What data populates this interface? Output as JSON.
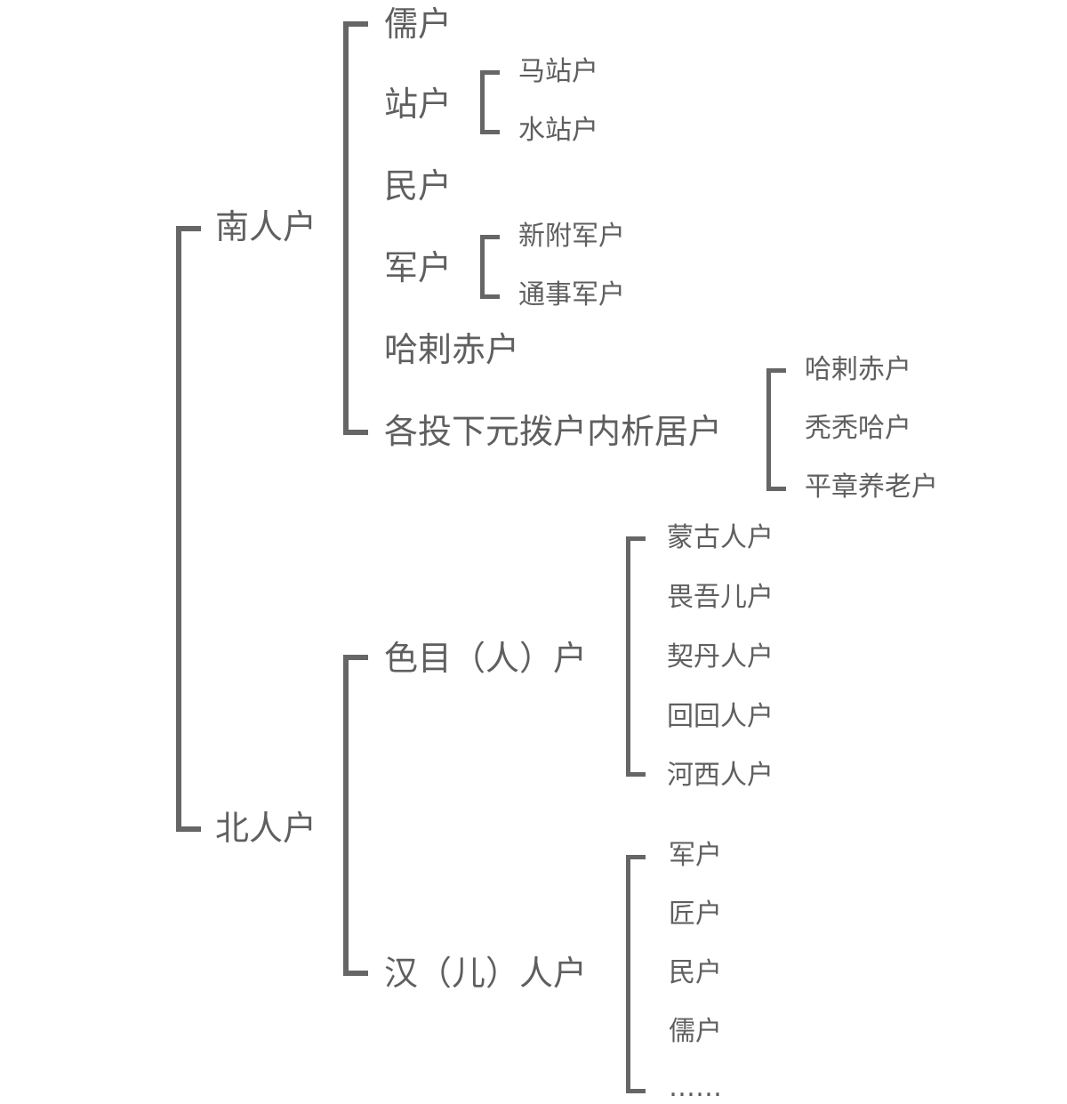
{
  "root": {
    "south": {
      "label": "南人户",
      "children": [
        {
          "label": "儒户"
        },
        {
          "label": "站户",
          "children": [
            "马站户",
            "水站户"
          ]
        },
        {
          "label": "民户"
        },
        {
          "label": "军户",
          "children": [
            "新附军户",
            "通事军户"
          ]
        },
        {
          "label": "哈剌赤户"
        },
        {
          "label": "各投下元拨户内析居户",
          "children": [
            "哈剌赤户",
            "秃秃哈户",
            "平章养老户"
          ]
        }
      ]
    },
    "north": {
      "label": "北人户",
      "children": [
        {
          "label": "色目（人）户",
          "children": [
            "蒙古人户",
            "畏吾儿户",
            "契丹人户",
            "回回人户",
            "河西人户"
          ]
        },
        {
          "label": "汉（儿）人户",
          "children": [
            "军户",
            "匠户",
            "民户",
            "儒户",
            "……"
          ]
        }
      ]
    }
  },
  "colors": {
    "line": "#666666",
    "text": "#5f5f5f",
    "background": "#ffffff"
  }
}
